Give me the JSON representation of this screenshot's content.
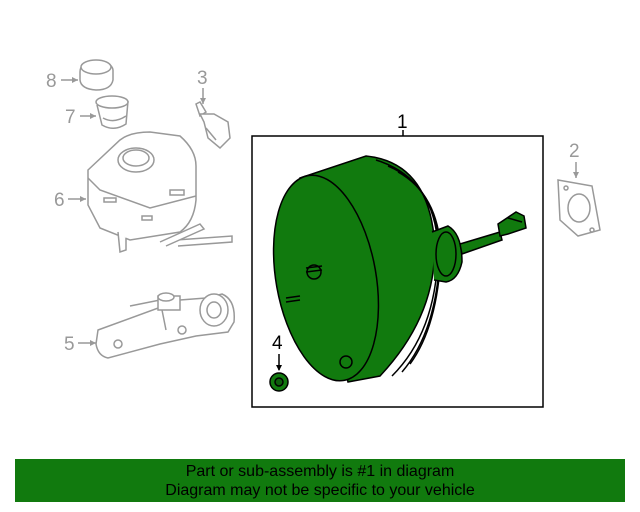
{
  "diagram": {
    "callouts": [
      {
        "id": "1",
        "label": "1"
      },
      {
        "id": "2",
        "label": "2"
      },
      {
        "id": "3",
        "label": "3"
      },
      {
        "id": "4",
        "label": "4"
      },
      {
        "id": "5",
        "label": "5"
      },
      {
        "id": "6",
        "label": "6"
      },
      {
        "id": "7",
        "label": "7"
      },
      {
        "id": "8",
        "label": "8"
      }
    ],
    "colors": {
      "highlight_fill": "#117a0e",
      "part_line": "#999999",
      "highlight_line": "#000000",
      "banner_bg": "#117a0e"
    }
  },
  "banner": {
    "line1": "Part or sub-assembly is #1 in diagram",
    "line2": "Diagram may not be specific to your vehicle"
  }
}
